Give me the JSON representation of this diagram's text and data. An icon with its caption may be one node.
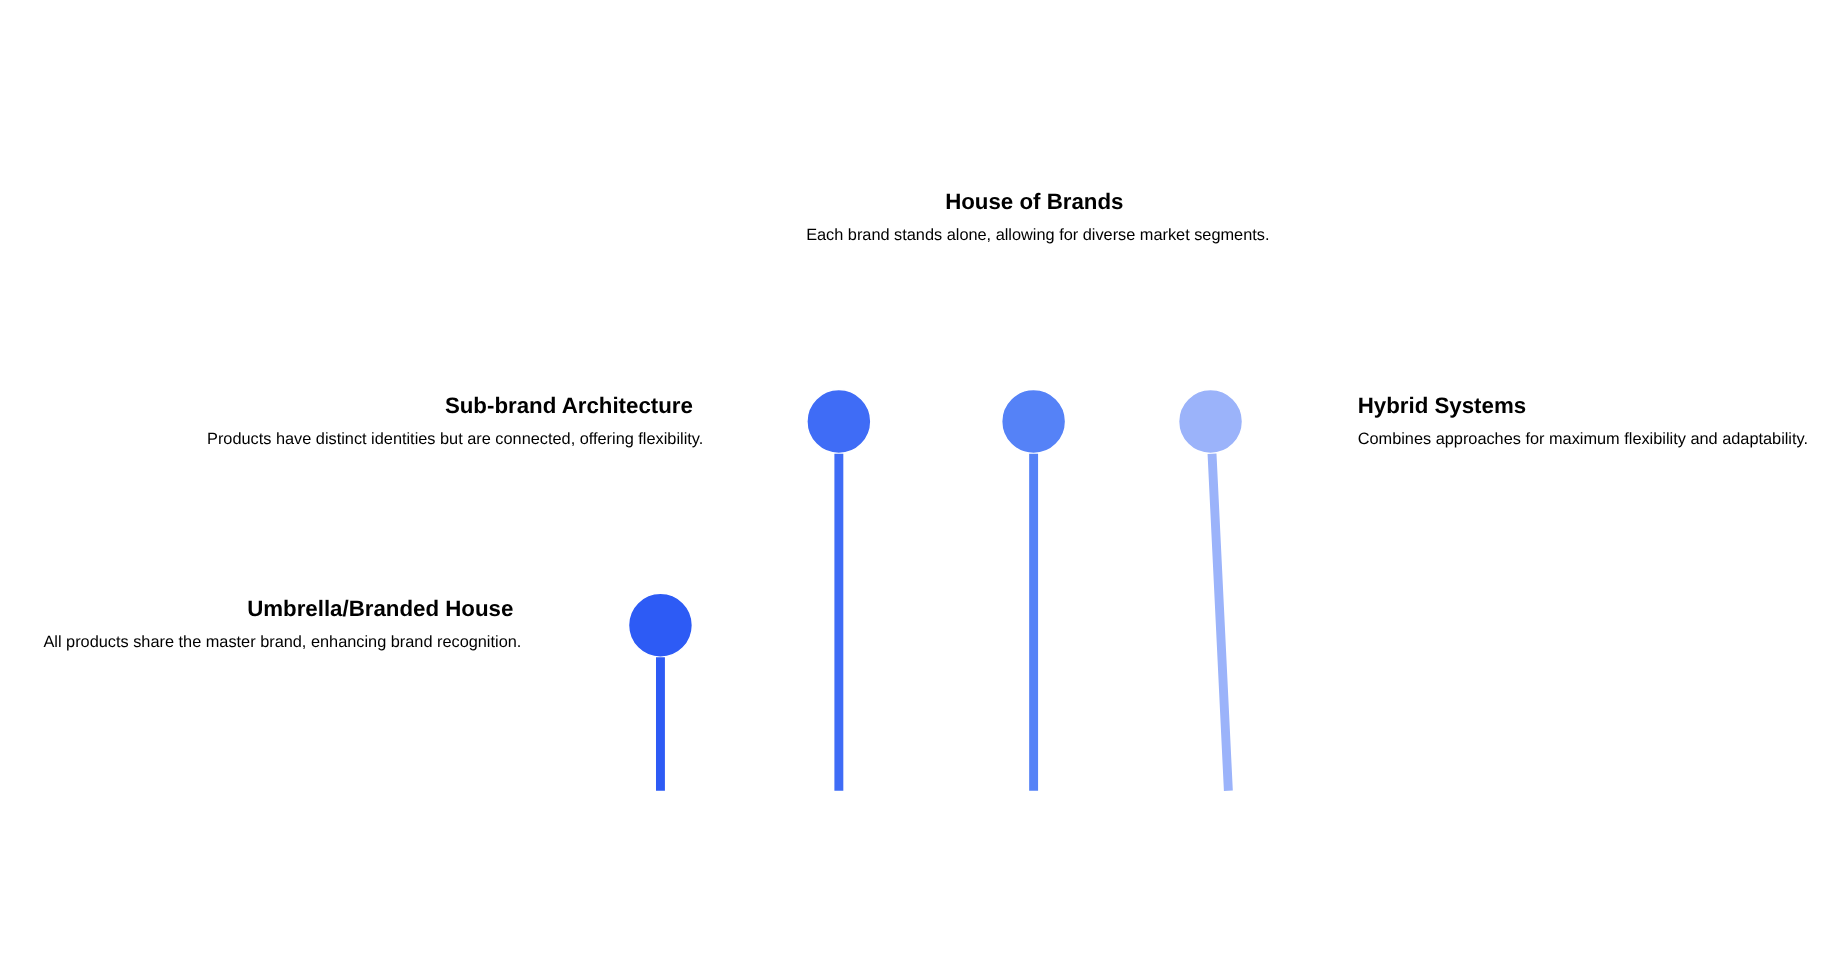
{
  "diagram": {
    "nodes": [
      {
        "text": [],
        "shape": "circle",
        "beside": [
          "House of Brands",
          "Each brand stands alone, allowing for diverse market segments."
        ]
      },
      {
        "text": [],
        "shape": "circle",
        "beside": [
          "Sub-brand Architecture",
          "Products have distinct identities but are connected, offering flexibility."
        ]
      },
      {
        "text": [],
        "shape": "circle",
        "beside": [
          "Hybrid Systems",
          "Combines approaches for maximum flexibility and adaptability."
        ]
      },
      {
        "text": [],
        "shape": "circle",
        "beside": [
          "Umbrella/Branded House",
          "All products share the master brand, enhancing brand recognition."
        ]
      }
    ],
    "edges": [
      {
        "from": 3,
        "to": null,
        "arrow": "none",
        "color": "#2d5bf5"
      },
      {
        "from": 1,
        "to": null,
        "arrow": "none",
        "color": "#3f6cf6"
      },
      {
        "from": 0,
        "to": null,
        "arrow": "none",
        "color": "#5582f7"
      },
      {
        "from": 2,
        "to": null,
        "arrow": "none",
        "color": "#9bb3fa"
      }
    ]
  }
}
